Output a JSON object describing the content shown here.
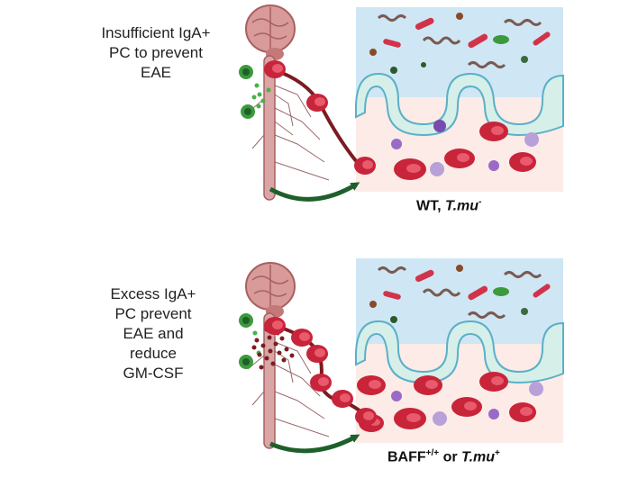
{
  "panels": [
    {
      "text_lines": [
        "Insufficient IgA+",
        "PC to prevent",
        "EAE"
      ],
      "caption": {
        "main": "WT, ",
        "italic": "T.mu",
        "sup": "-",
        "rest": ""
      }
    },
    {
      "text_lines": [
        "Excess IgA+",
        "PC prevent",
        "EAE and",
        "reduce",
        "GM-CSF"
      ],
      "caption": {
        "main": "BAFF",
        "italic": "",
        "sup": "+/+",
        "rest": " or ",
        "italic2": "T.mu",
        "sup2": "+"
      }
    }
  ],
  "colors": {
    "lumen": "#cfe6f5",
    "tissue": "#fcebe6",
    "epithelium": "#d6efe9",
    "plasma_cell": "#c8243a",
    "arrow": "#1f5f2a",
    "nerve": "#7a1c22",
    "brain": "#d99a9a"
  },
  "icons": [
    "brain-icon",
    "spinal-cord-icon",
    "plasma-cell-icon",
    "bacteria-icon",
    "curved-arrow-icon"
  ]
}
